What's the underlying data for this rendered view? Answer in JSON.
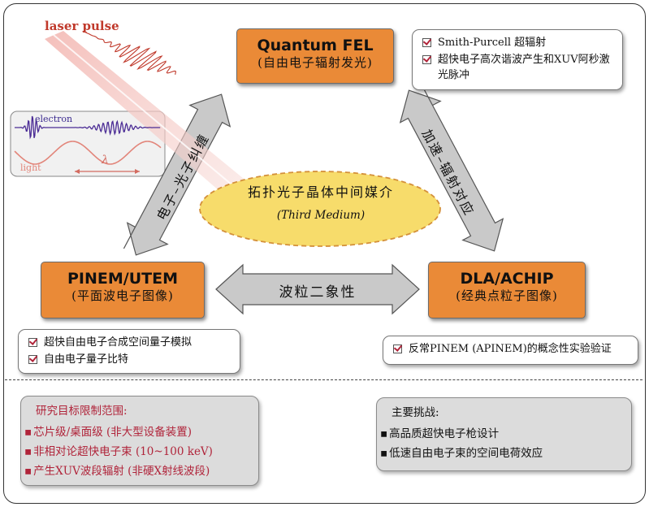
{
  "colors": {
    "node_orange": "#ea8a37",
    "ellipse_fill": "#f7dc6b",
    "ellipse_dash": "#d4903a",
    "arrow_fill": "#c9c9c9",
    "laser_red": "#c0392b",
    "electron_wave": "#4b2c95",
    "light_wave": "#e2857a",
    "goal_text": "#b0243a",
    "panel_gray": "#dcdcdc"
  },
  "inset": {
    "laser_label": "laser pulse",
    "electron_label": "electron",
    "light_label": "light",
    "lambda": "λ"
  },
  "nodes": {
    "qfel": {
      "title": "Quantum FEL",
      "subtitle": "(自由电子辐射发光)"
    },
    "pinem": {
      "title": "PINEM/UTEM",
      "subtitle": "(平面波电子图像)"
    },
    "dla": {
      "title": "DLA/ACHIP",
      "subtitle": "(经典点粒子图像)"
    }
  },
  "center": {
    "title": "拓扑光子晶体中间媒介",
    "subtitle": "(Third Medium)"
  },
  "arrows": {
    "left": "电子–光子纠缠",
    "right": "加速–辐射对应",
    "bottom": "波粒二象性"
  },
  "notes": {
    "qfel": [
      "Smith-Purcell 超辐射",
      "超快电子高次谐波产生和XUV阿秒激光脉冲"
    ],
    "pinem": [
      "超快自由电子合成空间量子模拟",
      "自由电子量子比特"
    ],
    "dla": [
      "反常PINEM (APINEM)的概念性实验验证"
    ]
  },
  "goals": {
    "heading": "研究目标限制范围:",
    "items": [
      "芯片级/桌面级 (非大型设备装置)",
      "非相对论超快电子束 (10~100 keV)",
      "产生XUV波段辐射 (非硬X射线波段)"
    ]
  },
  "challenges": {
    "heading": "主要挑战:",
    "items": [
      "高品质超快电子枪设计",
      "低速自由电子束的空间电荷效应"
    ]
  }
}
